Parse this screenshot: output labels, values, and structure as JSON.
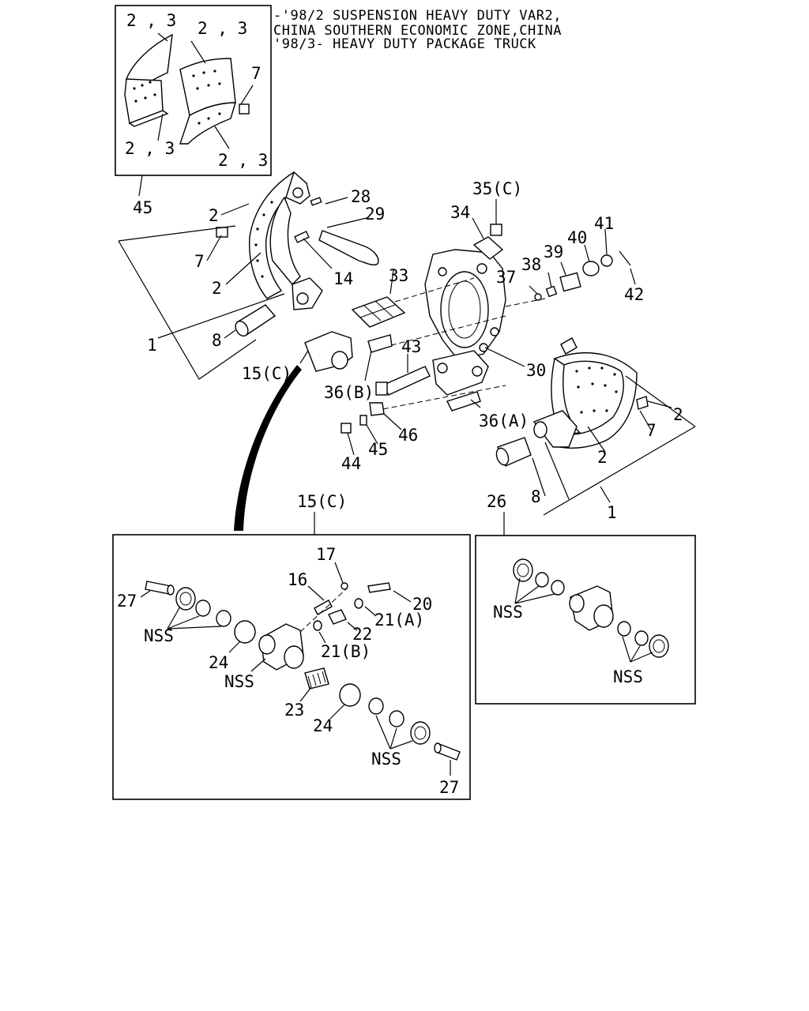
{
  "header": {
    "line1": "-'98/2 SUSPENSION HEAVY DUTY VAR2,",
    "line2": " CHINA SOUTHERN ECONOMIC ZONE,CHINA",
    "line3": "'98/3- HEAVY DUTY PACKAGE TRUCK"
  },
  "labels": {
    "l_23a": "2 , 3",
    "l_23b": "2 , 3",
    "l_23c": "2 , 3",
    "l_23d": "2 , 3",
    "l_7a": "7",
    "l_45": "45",
    "l_2a": "2",
    "l_28": "28",
    "l_29": "29",
    "l_7b": "7",
    "l_2b": "2",
    "l_14": "14",
    "l_1a": "1",
    "l_8a": "8",
    "l_33": "33",
    "l_35c": "35(C)",
    "l_34": "34",
    "l_41": "41",
    "l_40": "40",
    "l_39": "39",
    "l_38": "38",
    "l_37": "37",
    "l_42": "42",
    "l_15c_top": "15(C)",
    "l_43": "43",
    "l_30": "30",
    "l_36b": "36(B)",
    "l_2c": "2",
    "l_36a": "36(A)",
    "l_7c": "7",
    "l_46": "46",
    "l_44": "44",
    "l_2d": "2",
    "l_8b": "8",
    "l_1b": "1",
    "l_15c_box": "15(C)",
    "l_26": "26",
    "l_17": "17",
    "l_16": "16",
    "l_20": "20",
    "l_27a": "27",
    "l_21a": "21(A)",
    "l_nss1": "NSS",
    "l_22": "22",
    "l_21b": "21(B)",
    "l_24a": "24",
    "l_nss2": "NSS",
    "l_23": "23",
    "l_24b": "24",
    "l_nss3": "NSS",
    "l_27b": "27",
    "l_nss4": "NSS",
    "l_nss5": "NSS"
  }
}
